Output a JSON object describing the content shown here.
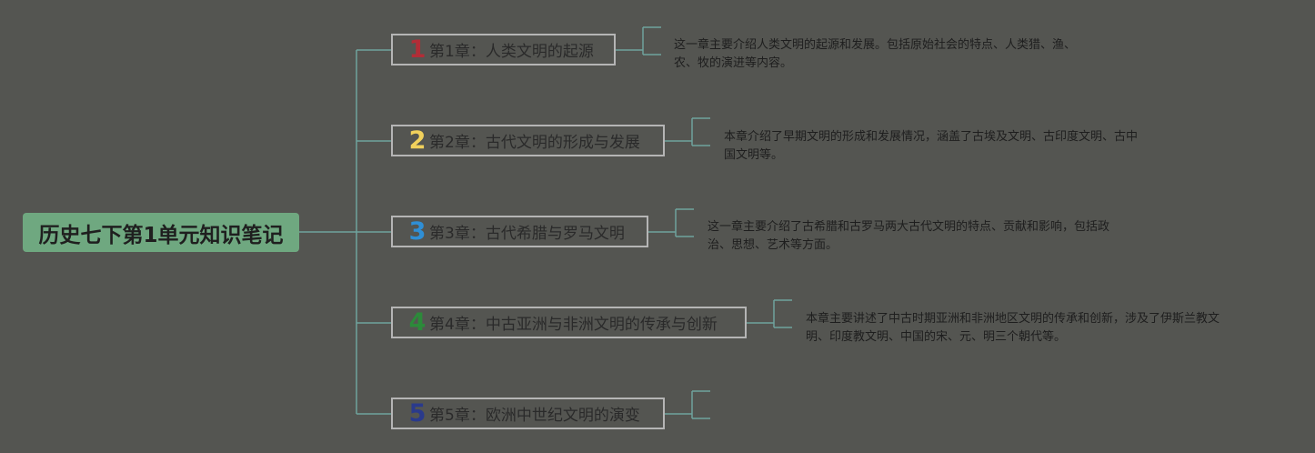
{
  "root": {
    "title": "历史七下第1单元知识笔记"
  },
  "colors": {
    "background": "#545551",
    "root_fill": "#6fa880",
    "connector": "#6ea39e",
    "box_border": "#b5b5b5"
  },
  "chapters": [
    {
      "num": "1",
      "num_color": "#b22d37",
      "label": "第1章：人类文明的起源",
      "desc": [
        "这一章主要介绍人类文明的起源和发展。包括原始社会的特点、人类猎、渔、",
        "农、牧的演进等内容。"
      ]
    },
    {
      "num": "2",
      "num_color": "#f1d15c",
      "label": "第2章：古代文明的形成与发展",
      "desc": [
        "本章介绍了早期文明的形成和发展情况，涵盖了古埃及文明、古印度文明、古中",
        "国文明等。"
      ]
    },
    {
      "num": "3",
      "num_color": "#2f8fd6",
      "label": "第3章：古代希腊与罗马文明",
      "desc": [
        "这一章主要介绍了古希腊和古罗马两大古代文明的特点、贡献和影响，包括政",
        "治、思想、艺术等方面。"
      ]
    },
    {
      "num": "4",
      "num_color": "#2c8a3a",
      "label": "第4章：中古亚洲与非洲文明的传承与创新",
      "desc": [
        "本章主要讲述了中古时期亚洲和非洲地区文明的传承和创新，涉及了伊斯兰教文",
        "明、印度教文明、中国的宋、元、明三个朝代等。"
      ]
    },
    {
      "num": "5",
      "num_color": "#2a3a8c",
      "label": "第5章：欧洲中世纪文明的演变",
      "desc": []
    }
  ]
}
